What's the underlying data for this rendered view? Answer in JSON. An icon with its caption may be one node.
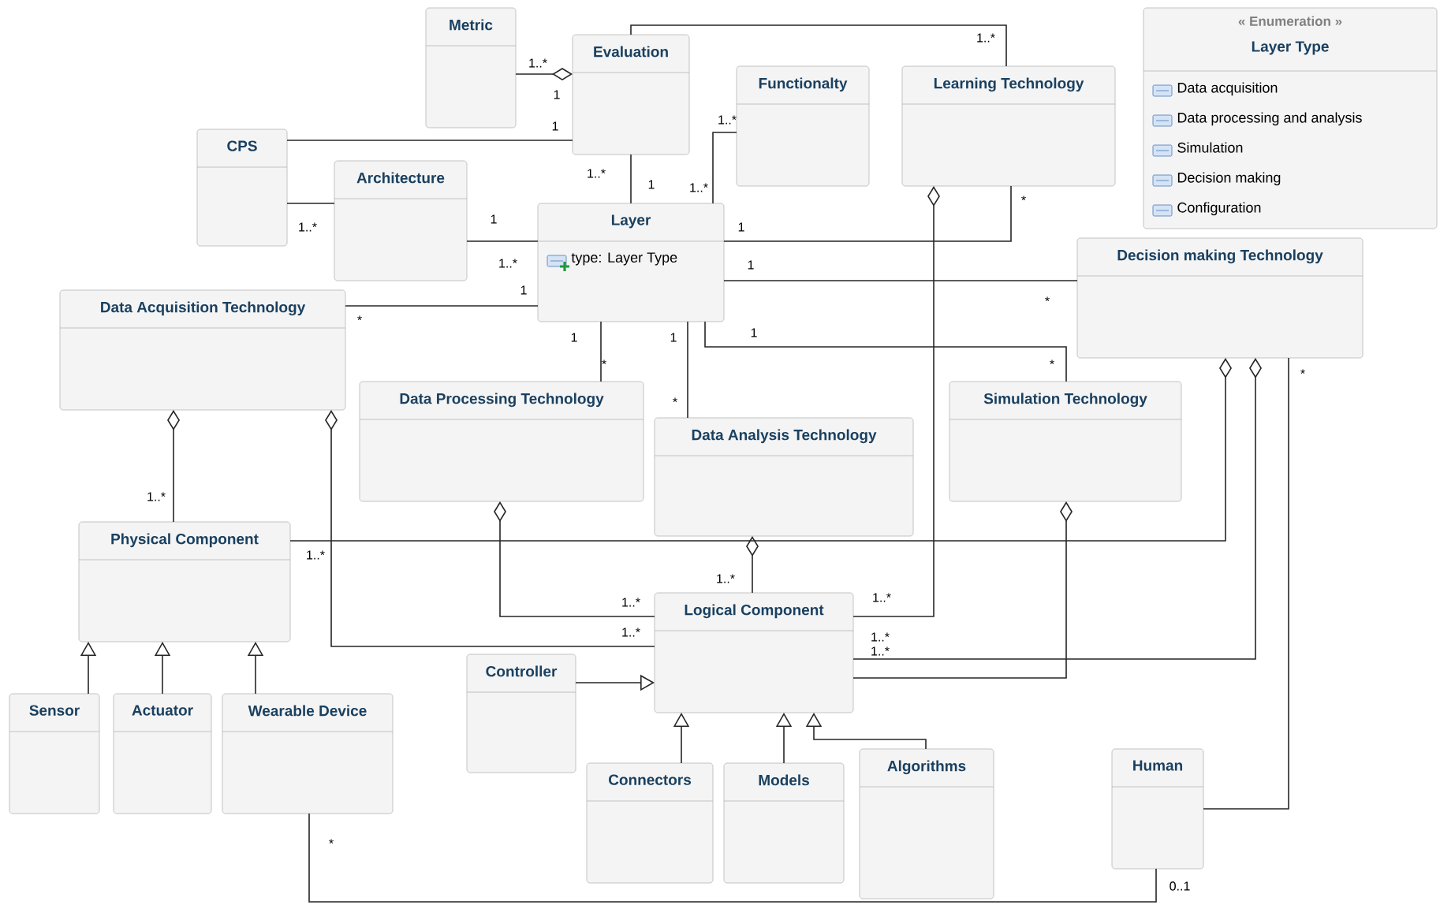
{
  "diagram": {
    "nodes": [
      {
        "text": [
          "Metric"
        ]
      },
      {
        "text": [
          "Evaluation"
        ]
      },
      {
        "text": [
          "CPS"
        ]
      },
      {
        "text": [
          "Architecture"
        ]
      },
      {
        "text": [
          "Functionalty"
        ]
      },
      {
        "text": [
          "Learning Technology"
        ]
      },
      {
        "text": [
          "Layer",
          "type: Layer Type"
        ]
      },
      {
        "text": [
          "« Enumeration »",
          "Layer Type",
          "Data acquisition",
          "Data processing and analysis",
          "Simulation",
          "Decision making",
          "Configuration"
        ]
      },
      {
        "text": [
          "Decision making Technology"
        ]
      },
      {
        "text": [
          "Data Acquisition Technology"
        ]
      },
      {
        "text": [
          "Data Processing Technology"
        ]
      },
      {
        "text": [
          "Data Analysis Technology"
        ]
      },
      {
        "text": [
          "Simulation Technology"
        ]
      },
      {
        "text": [
          "Physical Component"
        ]
      },
      {
        "text": [
          "Logical Component"
        ]
      },
      {
        "text": [
          "Controller"
        ]
      },
      {
        "text": [
          "Sensor"
        ]
      },
      {
        "text": [
          "Actuator"
        ]
      },
      {
        "text": [
          "Wearable Device"
        ]
      },
      {
        "text": [
          "Connectors"
        ]
      },
      {
        "text": [
          "Models"
        ]
      },
      {
        "text": [
          "Algorithms"
        ]
      },
      {
        "text": [
          "Human"
        ]
      }
    ],
    "edges": [
      {
        "from": 1,
        "to": 0,
        "arrow": "other"
      },
      {
        "from": 1,
        "to": 5,
        "arrow": "none"
      },
      {
        "from": 2,
        "to": 1,
        "arrow": "none"
      },
      {
        "from": 2,
        "to": 3,
        "arrow": "none"
      },
      {
        "from": 3,
        "to": 6,
        "arrow": "none"
      },
      {
        "from": 1,
        "to": 6,
        "arrow": "none"
      },
      {
        "from": 4,
        "to": 6,
        "arrow": "none"
      },
      {
        "from": 6,
        "to": 5,
        "arrow": "none"
      },
      {
        "from": 6,
        "to": 8,
        "arrow": "none"
      },
      {
        "from": 9,
        "to": 6,
        "arrow": "none"
      },
      {
        "from": 6,
        "to": 10,
        "arrow": "none"
      },
      {
        "from": 6,
        "to": 11,
        "arrow": "none"
      },
      {
        "from": 6,
        "to": 12,
        "arrow": "none"
      },
      {
        "from": 9,
        "to": 13,
        "arrow": "other"
      },
      {
        "from": 9,
        "to": 14,
        "arrow": "other"
      },
      {
        "from": 10,
        "to": 14,
        "arrow": "other"
      },
      {
        "from": 11,
        "to": 14,
        "arrow": "other"
      },
      {
        "from": 5,
        "to": 14,
        "arrow": "other"
      },
      {
        "from": 8,
        "to": 13,
        "arrow": "other"
      },
      {
        "from": 8,
        "to": 14,
        "arrow": "other"
      },
      {
        "from": 12,
        "to": 14,
        "arrow": "other"
      },
      {
        "from": 8,
        "to": 22,
        "arrow": "none"
      },
      {
        "from": 18,
        "to": 22,
        "arrow": "none"
      },
      {
        "from": 15,
        "to": 14,
        "arrow": "to"
      },
      {
        "from": 16,
        "to": 13,
        "arrow": "to"
      },
      {
        "from": 17,
        "to": 13,
        "arrow": "to"
      },
      {
        "from": 18,
        "to": 13,
        "arrow": "to"
      },
      {
        "from": 19,
        "to": 14,
        "arrow": "to"
      },
      {
        "from": 20,
        "to": 14,
        "arrow": "to"
      },
      {
        "from": 21,
        "to": 14,
        "arrow": "to"
      }
    ],
    "labels": [
      "1..*",
      "1..*",
      "1",
      "1",
      "1..*",
      "1..*",
      "1",
      "1..*",
      "*",
      "1..*",
      "1",
      "1",
      "1..*",
      "1",
      "1",
      "*",
      "*",
      "1",
      "1",
      "1",
      "*",
      "*",
      "*",
      "*",
      "1..*",
      "1..*",
      "1..*",
      "1..*",
      "1..*",
      "1..*",
      "1..*",
      "1..*",
      "*",
      "0..1"
    ]
  }
}
